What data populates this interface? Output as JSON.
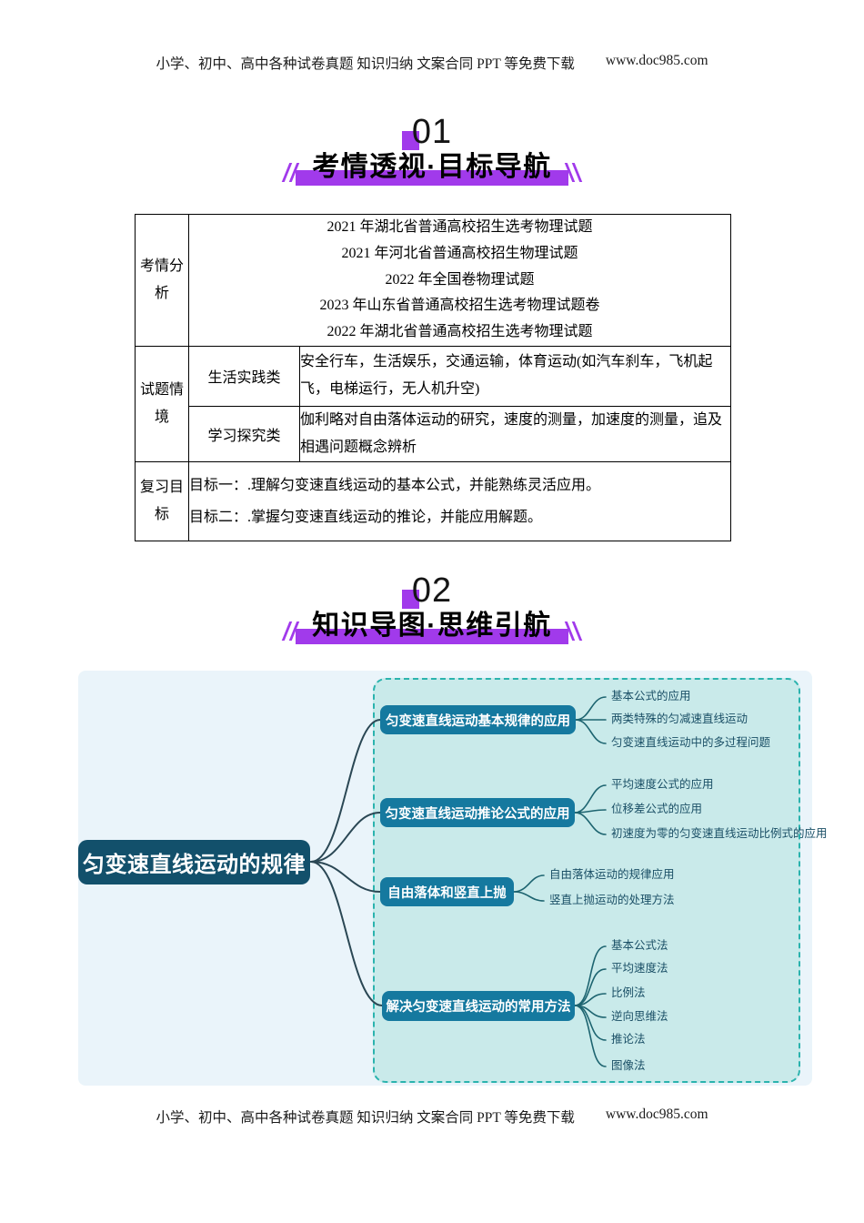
{
  "header": {
    "text": "小学、初中、高中各种试卷真题 知识归纳 文案合同 PPT 等免费下载",
    "url": "www.doc985.com"
  },
  "footer": {
    "text": "小学、初中、高中各种试卷真题 知识归纳 文案合同 PPT 等免费下载",
    "url": "www.doc985.com"
  },
  "sections": [
    {
      "number": "01",
      "title": "考情透视·目标导航"
    },
    {
      "number": "02",
      "title": "知识导图·思维引航"
    }
  ],
  "table": {
    "rows": [
      {
        "header": "考情分析",
        "lines": [
          "2021 年湖北省普通高校招生选考物理试题",
          "2021 年河北省普通高校招生物理试题",
          "2022 年全国卷物理试题",
          "2023 年山东省普通高校招生选考物理试题卷",
          "2022 年湖北省普通高校招生选考物理试题"
        ]
      },
      {
        "header": "试题情境",
        "subrows": [
          {
            "label": "生活实践类",
            "text": "安全行车，生活娱乐，交通运输，体育运动(如汽车刹车，飞机起飞，电梯运行，无人机升空)"
          },
          {
            "label": "学习探究类",
            "text": "伽利略对自由落体运动的研究，速度的测量，加速度的测量，追及相遇问题概念辨析"
          }
        ]
      },
      {
        "header": "复习目标",
        "lines": [
          "目标一：.理解匀变速直线运动的基本公式，并能熟练灵活应用。",
          "目标二：.掌握匀变速直线运动的推论，并能应用解题。"
        ]
      }
    ]
  },
  "mindmap": {
    "root": "匀变速直线运动的规律",
    "branches": [
      {
        "label": "匀变速直线运动基本规律的应用",
        "leaves": [
          "基本公式的应用",
          "两类特殊的匀减速直线运动",
          "匀变速直线运动中的多过程问题"
        ]
      },
      {
        "label": "匀变速直线运动推论公式的应用",
        "leaves": [
          "平均速度公式的应用",
          "位移差公式的应用",
          "初速度为零的匀变速直线运动比例式的应用"
        ]
      },
      {
        "label": "自由落体和竖直上抛",
        "leaves": [
          "自由落体运动的规律应用",
          "竖直上抛运动的处理方法"
        ]
      },
      {
        "label": "解决匀变速直线运动的常用方法",
        "leaves": [
          "基本公式法",
          "平均速度法",
          "比例法",
          "逆向思维法",
          "推论法",
          "图像法"
        ]
      }
    ]
  },
  "colors": {
    "accent_purple": "#A13AEB",
    "map_outer_bg": "#EAF4FA",
    "map_inner_bg": "#C9EAEA",
    "map_dashed_border": "#2BB3AE",
    "map_root_fill": "#12506B",
    "map_branch_fill": "#15799F",
    "map_leaf_text": "#1A4F66",
    "map_connector": "#2A4754",
    "table_border": "#000000"
  }
}
